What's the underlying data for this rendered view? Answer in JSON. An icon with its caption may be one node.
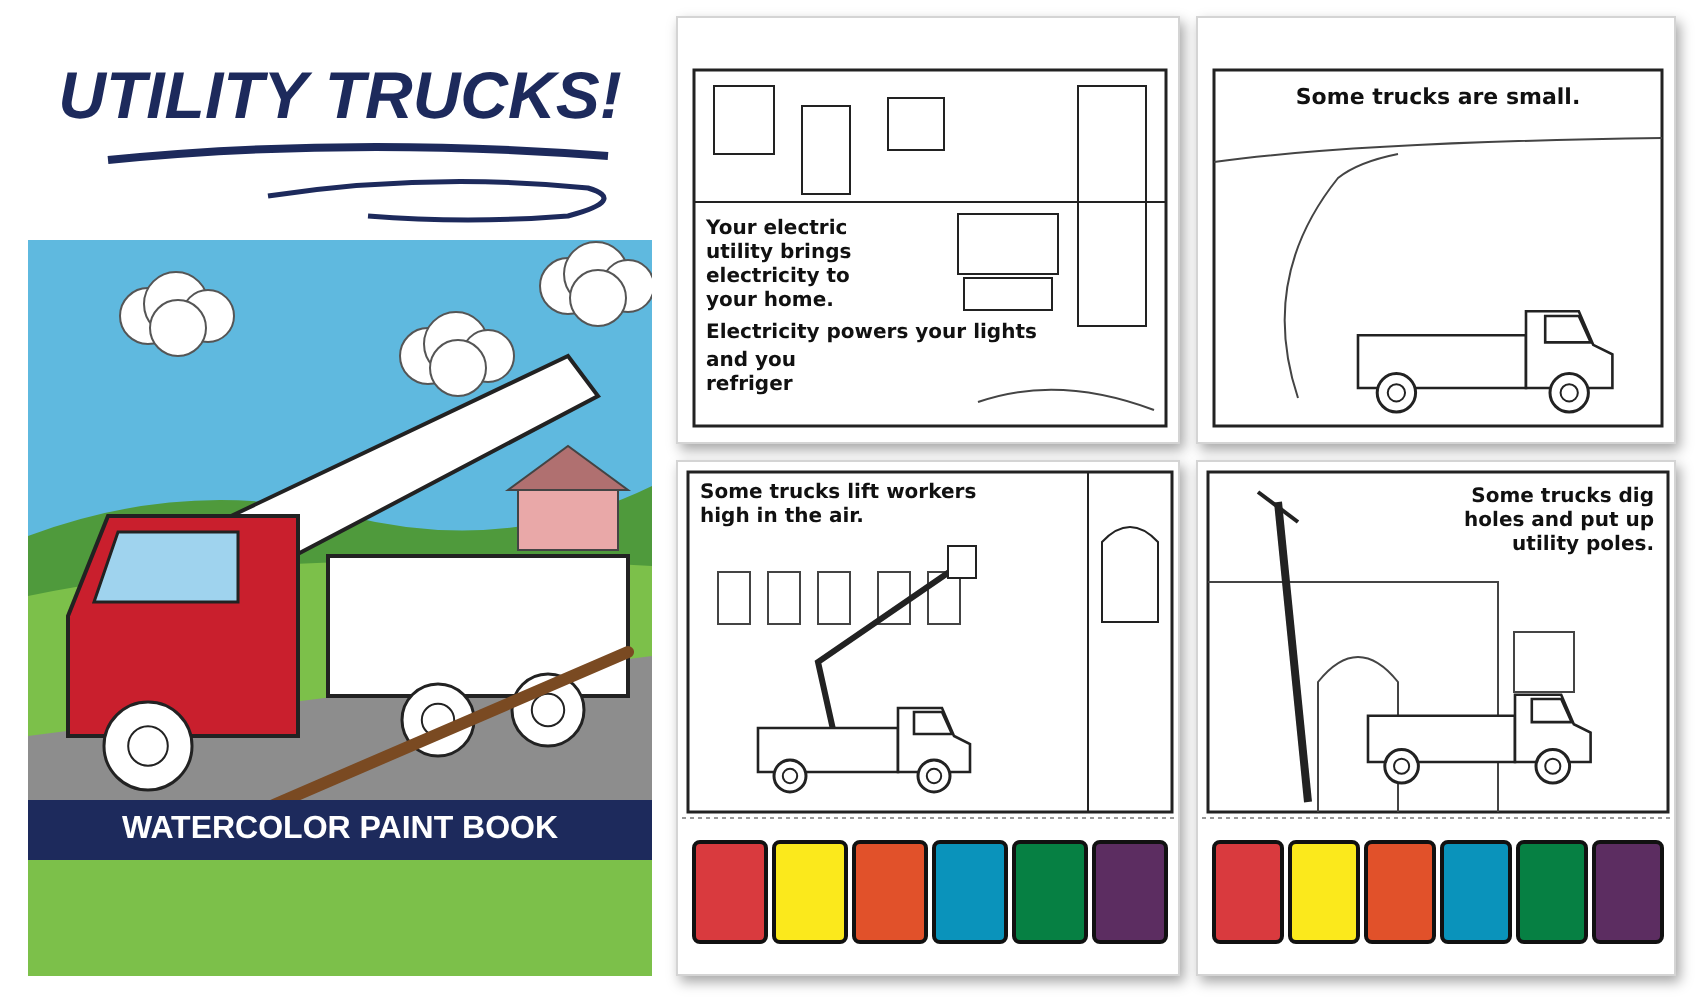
{
  "diagram": {
    "nodes": [
      {
        "text": [
          "UTILITY TRUCKS!",
          "WATERCOLOR PAINT BOOK"
        ]
      },
      {
        "text": [
          "Your electric utility brings electricity to your home.",
          "Electricity powers your lights",
          "and you refriger"
        ]
      },
      {
        "text": [
          "Some trucks are small."
        ]
      },
      {
        "text": [
          "Some trucks lift workers high in the air."
        ]
      },
      {
        "text": [
          "Some trucks dig holes and put up utility poles."
        ]
      }
    ]
  }
}
